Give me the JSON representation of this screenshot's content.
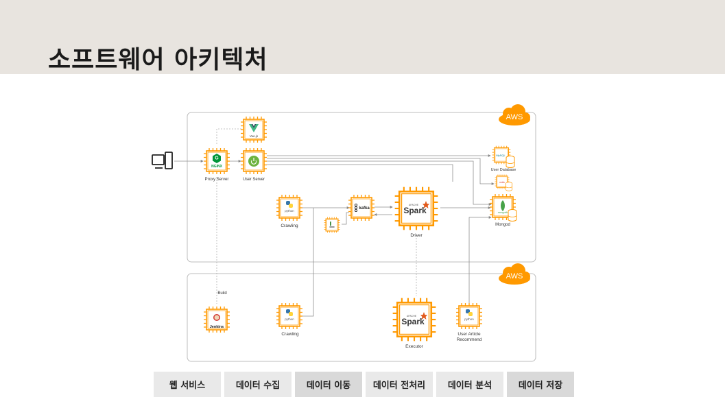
{
  "page": {
    "title": "소프트웨어 아키텍처"
  },
  "clouds": {
    "top": "AWS",
    "bottom": "AWS"
  },
  "nodes": {
    "vuejs": "Vue.js",
    "nginx": "NGINX",
    "proxy_server": "Proxy Server",
    "user_server": "User Server",
    "mysql": "MySQL",
    "user_database": "User Database",
    "redis": "redis",
    "mongo": "mongodb",
    "mongod": "Mongod",
    "python": "python",
    "crawling_top": "Crawling",
    "kafka": "kafka",
    "spark": "Spark",
    "apache": "APACHE",
    "driver": "Driver",
    "jenkins": "Jenkins",
    "crawling_bottom": "Crawling",
    "executor": "Executor",
    "recommend_line1": "User Article",
    "recommend_line2": "Recommend",
    "build": "Build"
  },
  "tabs": [
    {
      "label": "웹 서비스"
    },
    {
      "label": "데이터 수집"
    },
    {
      "label": "데이터 이동"
    },
    {
      "label": "데이터 전처리"
    },
    {
      "label": "데이터 분석"
    },
    {
      "label": "데이터 저장"
    }
  ],
  "colors": {
    "accent": "#ff9900",
    "header_bg": "#e8e4df",
    "tab_light": "#e9e9e9",
    "tab_dark": "#d9d9d9"
  }
}
